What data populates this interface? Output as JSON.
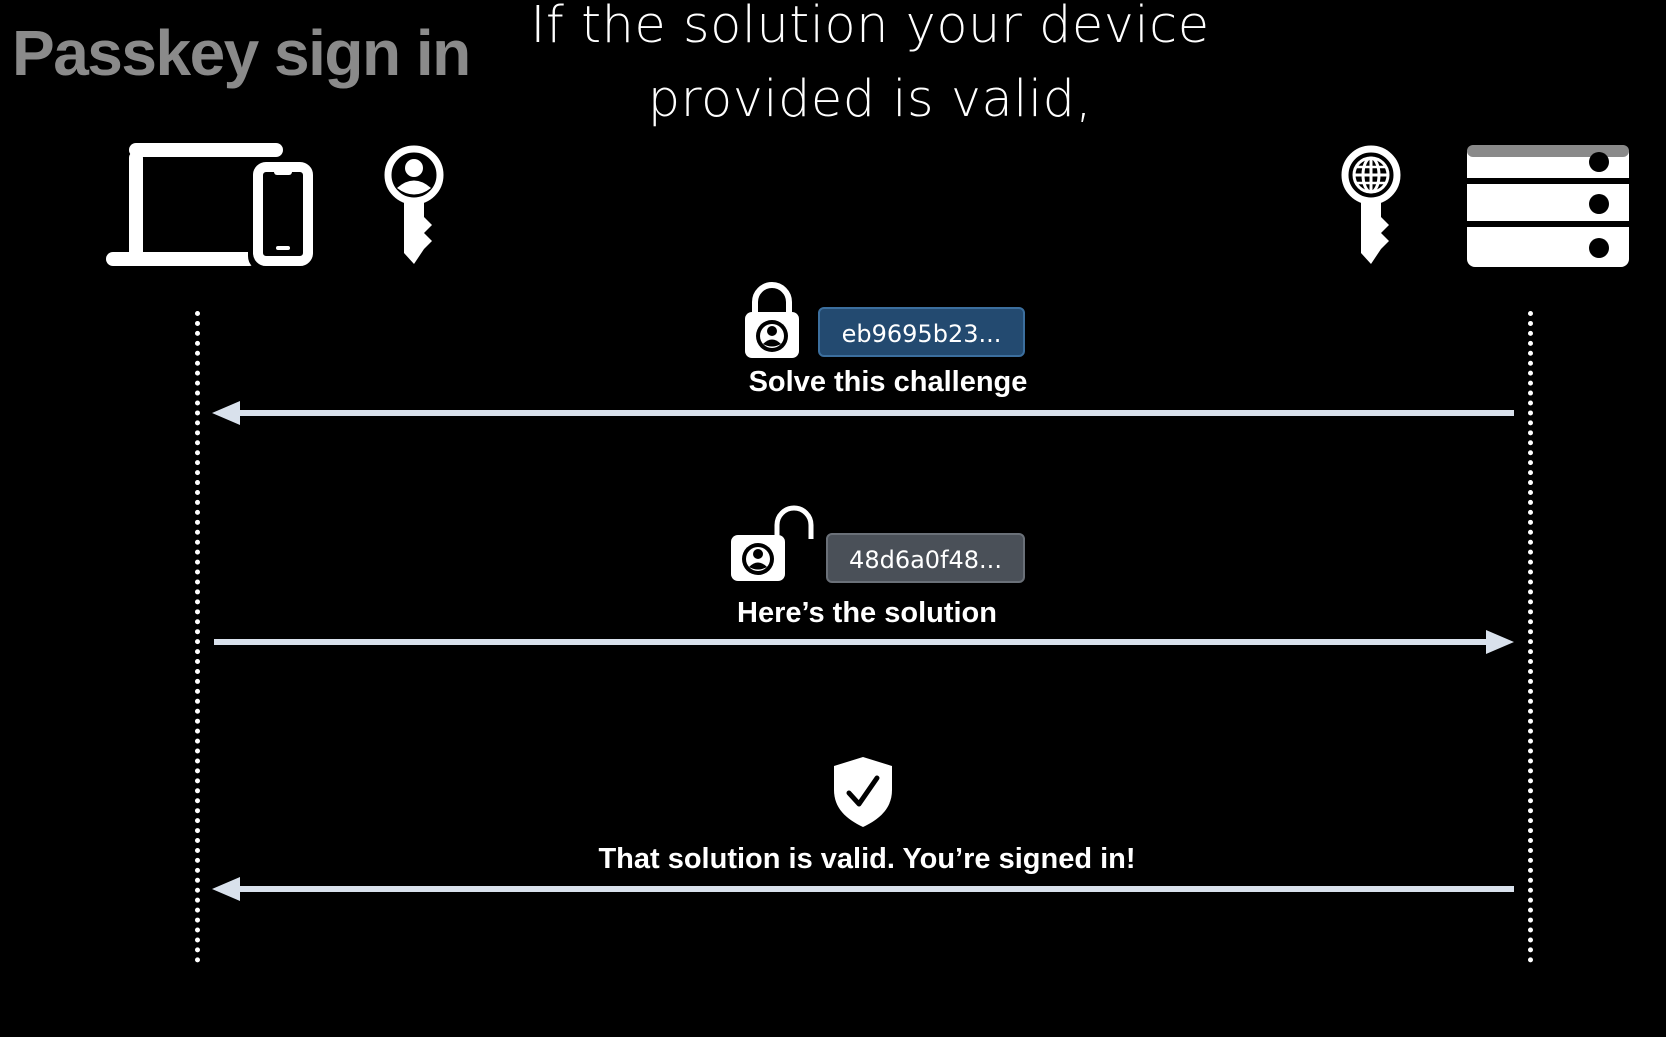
{
  "slide": {
    "title": "Passkey sign in",
    "caption_line1": "If the solution your device",
    "caption_line2": "provided is valid,"
  },
  "participants": {
    "client": {
      "icons": [
        "laptop-phone-icon",
        "user-passkey-icon"
      ]
    },
    "server": {
      "icons": [
        "web-passkey-icon",
        "server-rack-icon"
      ]
    }
  },
  "steps": [
    {
      "label": "Solve this challenge",
      "direction": "server-to-client",
      "icon": "locked-padlock-icon",
      "chip": "eb9695b23..."
    },
    {
      "label": "Here’s the solution",
      "direction": "client-to-server",
      "icon": "unlocked-padlock-icon",
      "chip": "48d6a0f48..."
    },
    {
      "label": "That solution is valid. You’re signed in!",
      "direction": "server-to-client",
      "icon": "shield-checkmark-icon"
    }
  ],
  "colors": {
    "background": "#000000",
    "title": "#8a8a8a",
    "arrow": "#d9e1ec",
    "challenge_chip": "#234a70",
    "solution_chip": "#4a5058"
  }
}
